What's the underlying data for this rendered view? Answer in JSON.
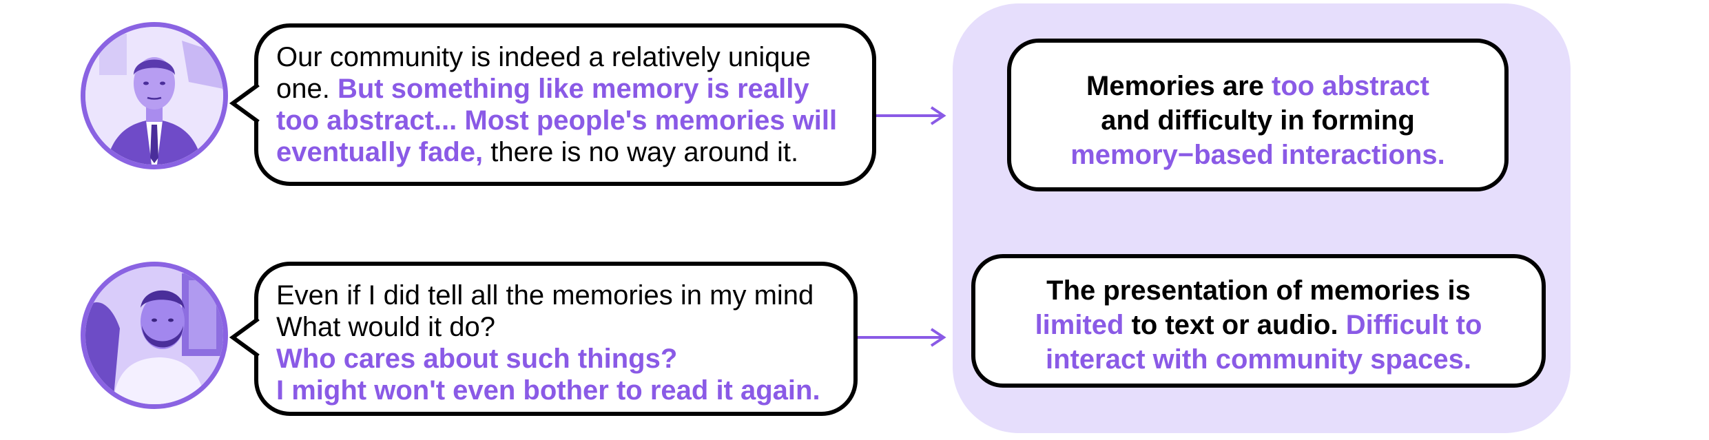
{
  "colors": {
    "accent": "#8a5ae6",
    "panel_bg": "#e6defc",
    "border": "#000000"
  },
  "avatars": [
    {
      "icon": "person-in-suit-photo"
    },
    {
      "icon": "bearded-man-photo"
    }
  ],
  "quotes": [
    {
      "lines": [
        [
          {
            "t": "Our community is indeed a relatively unique",
            "hl": false
          }
        ],
        [
          {
            "t": "one. ",
            "hl": false
          },
          {
            "t": "But something like memory is really",
            "hl": true
          }
        ],
        [
          {
            "t": "too abstract... Most people's memories will",
            "hl": true
          }
        ],
        [
          {
            "t": "eventually fade,",
            "hl": true
          },
          {
            "t": " there is no way around it.",
            "hl": false
          }
        ]
      ]
    },
    {
      "lines": [
        [
          {
            "t": "Even if I did tell all the memories in my mind",
            "hl": false
          }
        ],
        [
          {
            "t": "What would it do?",
            "hl": false
          }
        ],
        [
          {
            "t": "Who cares about such things?",
            "hl": true
          }
        ],
        [
          {
            "t": "I might won't even bother to read it again.",
            "hl": true
          }
        ]
      ]
    }
  ],
  "findings": [
    {
      "lines": [
        [
          {
            "t": "Memories are ",
            "hl": false
          },
          {
            "t": "too abstract",
            "hl": true
          }
        ],
        [
          {
            "t": "and difficulty in forming",
            "hl": false
          }
        ],
        [
          {
            "t": "memory−based interactions.",
            "hl": true
          }
        ]
      ]
    },
    {
      "lines": [
        [
          {
            "t": "The presentation of memories is",
            "hl": false
          }
        ],
        [
          {
            "t": "limited",
            "hl": true
          },
          {
            "t": " to text or audio. ",
            "hl": false
          },
          {
            "t": "Difficult to",
            "hl": true
          }
        ],
        [
          {
            "t": "interact with community spaces.",
            "hl": true
          }
        ]
      ]
    }
  ]
}
